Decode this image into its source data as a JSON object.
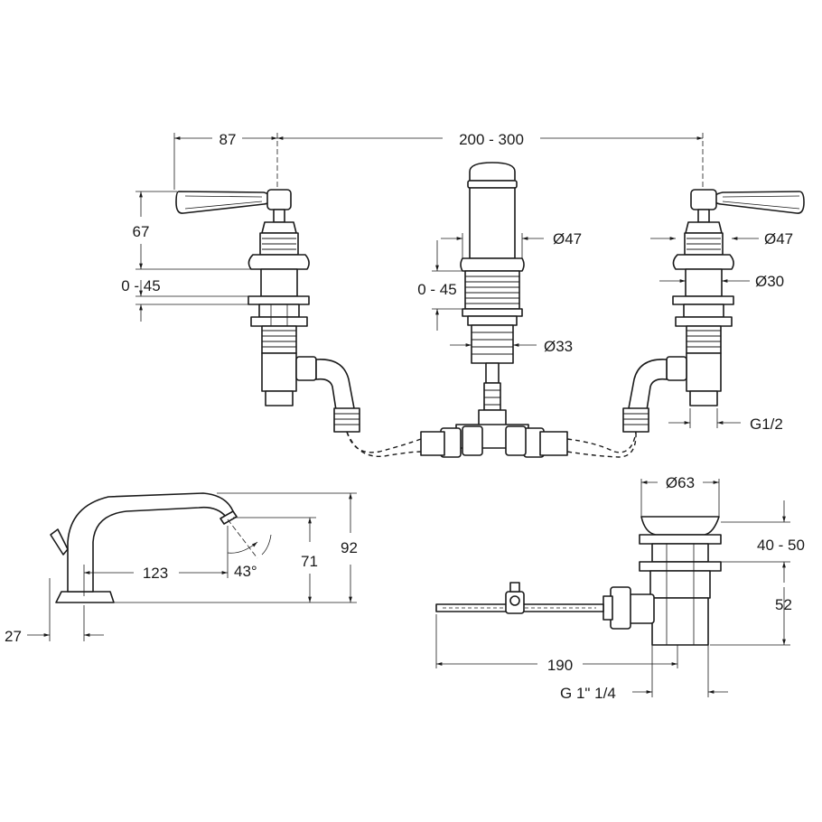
{
  "dimensions": {
    "lever_offset": "87",
    "tap_spacing": "200 - 300",
    "handle_height": "67",
    "deck_range_left": "0 - 45",
    "deck_range_center": "0 - 45",
    "spout_dia_top": "Ø47",
    "spout_dia_bottom": "Ø33",
    "valve_dia_top": "Ø47",
    "valve_dia_shank": "Ø30",
    "inlet_thread": "G1/2",
    "waste_dia": "Ø63",
    "waste_deck_range": "40 - 50",
    "waste_height": "52",
    "rod_length": "190",
    "waste_thread": "G 1\" 1/4",
    "spout_reach": "123",
    "spout_angle": "43°",
    "spout_outlet_height": "71",
    "spout_total_height": "92",
    "spout_base": "27"
  }
}
